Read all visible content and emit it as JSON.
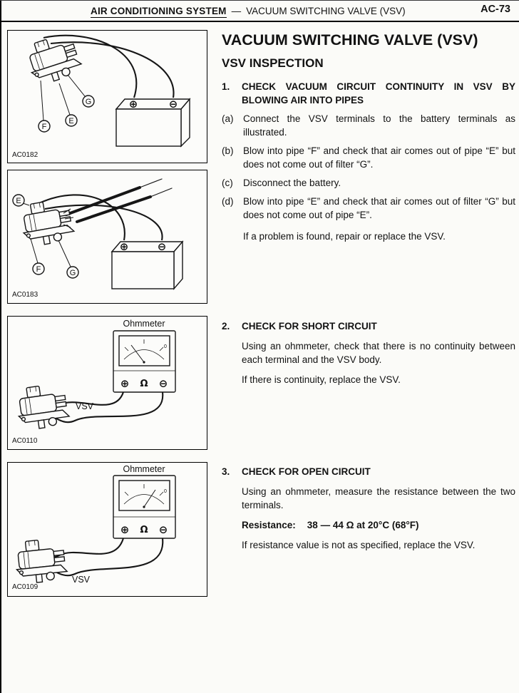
{
  "colors": {
    "ink": "#121212",
    "paper": "#fbfbf8"
  },
  "header": {
    "section": "AIR CONDITIONING SYSTEM",
    "dash": "—",
    "subsection": "VACUUM SWITCHING VALVE (VSV)",
    "page_number": "AC-73"
  },
  "content": {
    "title": "VACUUM SWITCHING VALVE (VSV)",
    "subtitle": "VSV INSPECTION",
    "step1": {
      "number": "1.",
      "heading": "CHECK VACUUM CIRCUIT CONTINUITY IN VSV BY BLOWING AIR INTO PIPES",
      "items": [
        {
          "marker": "(a)",
          "text": "Connect the VSV terminals to the battery terminals as illustrated."
        },
        {
          "marker": "(b)",
          "text": "Blow into pipe “F” and check that air comes out of pipe “E” but does not come out of filter “G”."
        },
        {
          "marker": "(c)",
          "text": "Disconnect the battery."
        },
        {
          "marker": "(d)",
          "text": "Blow into pipe “E” and check that air comes out of filter “G” but does not come out of pipe “E”."
        }
      ],
      "note": "If a problem is found, repair or replace the VSV."
    },
    "step2": {
      "number": "2.",
      "heading": "CHECK FOR SHORT CIRCUIT",
      "para1": "Using an ohmmeter, check that there is no continuity between each terminal and the VSV body.",
      "para2": "If there is continuity, replace the VSV."
    },
    "step3": {
      "number": "3.",
      "heading": "CHECK FOR OPEN CIRCUIT",
      "para1": "Using an ohmmeter, measure the resistance between the two terminals.",
      "spec_label": "Resistance:",
      "spec_value": "38 — 44 Ω at 20°C (68°F)",
      "para2": "If resistance value is not as specified, replace the VSV."
    }
  },
  "figures": {
    "fig1": {
      "code": "AC0182",
      "label_e": "E",
      "label_f": "F",
      "label_g": "G"
    },
    "fig2": {
      "code": "AC0183",
      "label_e": "E",
      "label_f": "F",
      "label_g": "G"
    },
    "fig3": {
      "code": "AC0110",
      "caption": "Ohmmeter",
      "device_label": "VSV",
      "scale_zero": "0"
    },
    "fig4": {
      "code": "AC0109",
      "caption": "Ohmmeter",
      "device_label": "VSV",
      "scale_zero": "0"
    }
  },
  "symbols": {
    "plus": "⊕",
    "minus": "⊖",
    "ohm": "Ω"
  }
}
